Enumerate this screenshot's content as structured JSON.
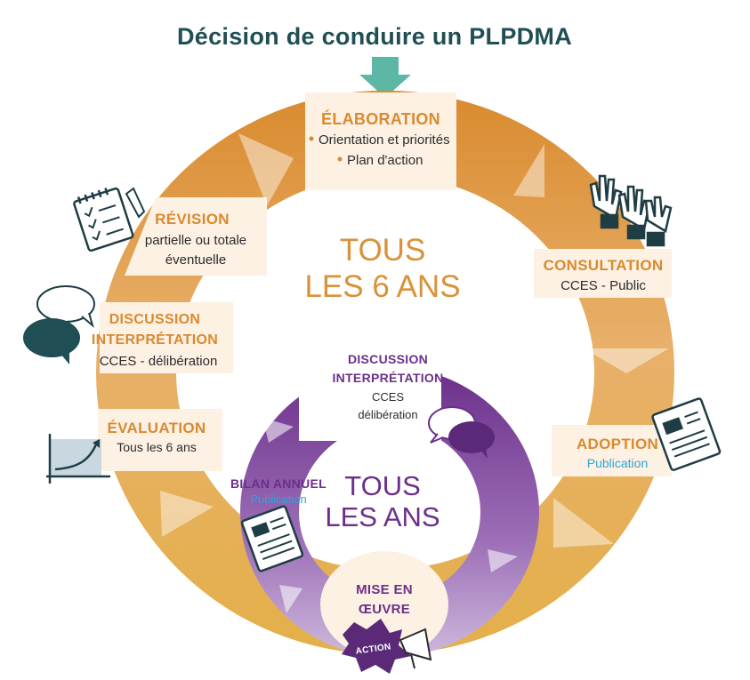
{
  "title": "Décision de conduire un PLPDMA",
  "colors": {
    "title": "#1f4f54",
    "orange": "#d9913a",
    "orange_text": "#d98a2e",
    "purple": "#6b2f8a",
    "purple_light": "#b89ac9",
    "blue": "#2aa6d9",
    "teal": "#5cb8a5",
    "dark_teal": "#1f4f54",
    "center_text": "#d9913a"
  },
  "outer_cycle": {
    "center_label_line1": "TOUS",
    "center_label_line2": "LES 6 ANS",
    "stages": {
      "elaboration": {
        "title": "ÉLABORATION",
        "bullet1": "Orientation et priorités",
        "bullet2": "Plan d'action"
      },
      "consultation": {
        "title": "CONSULTATION",
        "detail": "CCES - Public"
      },
      "adoption": {
        "title": "ADOPTION",
        "detail": "Publication"
      },
      "mise_en_oeuvre": {
        "title1": "MISE EN",
        "title2": "ŒUVRE",
        "badge": "ACTION"
      },
      "evaluation": {
        "title": "ÉVALUATION",
        "detail": "Tous les 6 ans"
      },
      "discussion": {
        "title1": "DISCUSSION",
        "title2": "INTERPRÉTATION",
        "detail": "CCES - délibération"
      },
      "revision": {
        "title": "RÉVISION",
        "detail1": "partielle ou totale",
        "detail2": "éventuelle"
      }
    }
  },
  "inner_cycle": {
    "center_label_line1": "TOUS",
    "center_label_line2": "LES ANS",
    "stages": {
      "discussion": {
        "title1": "DISCUSSION",
        "title2": "INTERPRÉTATION",
        "detail1": "CCES",
        "detail2": "délibération"
      },
      "bilan": {
        "title": "BILAN ANNUEL",
        "detail": "Publication"
      }
    }
  },
  "icons": [
    "arrow-down-icon",
    "checklist-icon",
    "raised-hands-icon",
    "speech-bubbles-icon",
    "document-icon",
    "chart-icon",
    "megaphone-icon"
  ]
}
